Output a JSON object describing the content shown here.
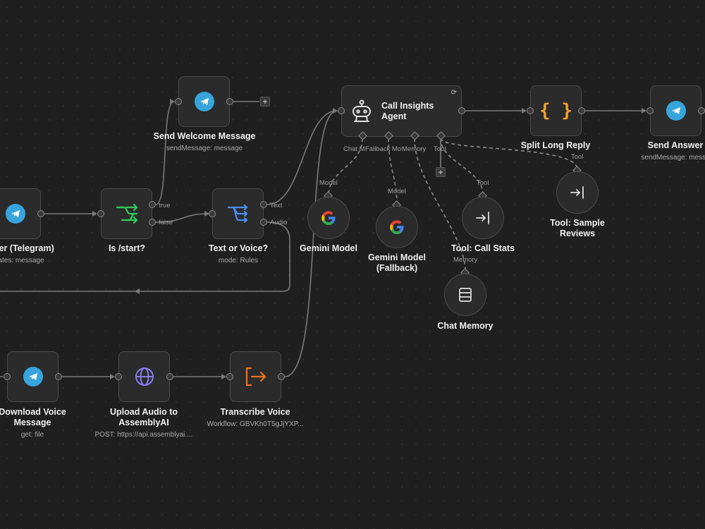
{
  "canvas": {
    "background": "#1f1f1f",
    "wire_color": "#7a7a7a",
    "accent_colors": {
      "telegram": "#37a4dc",
      "if": "#2ecc55",
      "switch": "#4a8ef0",
      "code": "#f0a030",
      "execute": "#f07020",
      "http": "#8b7cf0"
    }
  },
  "nodes": {
    "trigger": {
      "title": "gger (Telegram)",
      "subtitle": "ates: message",
      "icon": "telegram-icon"
    },
    "is_start": {
      "title": "Is /start?",
      "true_label": "true",
      "false_label": "false",
      "icon": "if-icon"
    },
    "send_welcome": {
      "title": "Send Welcome Message",
      "subtitle": "sendMessage: message",
      "icon": "telegram-icon"
    },
    "text_or_voice": {
      "title": "Text or Voice?",
      "subtitle": "mode: Rules",
      "text_label": "Text",
      "audio_label": "Audio",
      "icon": "switch-icon"
    },
    "agent": {
      "title": "Call Insights Agent",
      "icon": "robot-icon",
      "chat_model_label": "Chat M",
      "fallback_label": "Fallback Mo",
      "memory_label": "Memory",
      "tool_label": "Tool"
    },
    "split_reply": {
      "title": "Split Long Reply",
      "icon": "code-braces-icon",
      "glyph": "{ }"
    },
    "send_answer": {
      "title": "Send Answer",
      "subtitle": "sendMessage: messa",
      "icon": "telegram-icon"
    },
    "gemini": {
      "title": "Gemini Model",
      "port_label": "Model",
      "icon": "google-icon"
    },
    "gemini_fallback": {
      "title": "Gemini Model\n(Fallback)",
      "title_line1": "Gemini Model",
      "title_line2": "(Fallback)",
      "port_label": "Model",
      "icon": "google-icon"
    },
    "tool_call_stats": {
      "title": "Tool: Call Stats",
      "port_label": "Tool",
      "icon": "tool-arrow-icon"
    },
    "tool_sample_reviews": {
      "title_line1": "Tool: Sample",
      "title_line2": "Reviews",
      "port_label": "Tool",
      "icon": "tool-arrow-icon"
    },
    "chat_memory": {
      "title": "Chat Memory",
      "port_label": "Memory",
      "icon": "database-icon"
    },
    "download_voice": {
      "title_line1": "Download Voice",
      "title_line2": "Message",
      "subtitle": "get: file",
      "icon": "telegram-icon"
    },
    "upload_audio": {
      "title_line1": "Upload Audio to",
      "title_line2": "AssemblyAI",
      "subtitle": "POST: https://api.assemblyai....",
      "icon": "globe-icon"
    },
    "transcribe": {
      "title": "Transcribe Voice",
      "subtitle": "Workflow: GBVKh0T5gJjYXP...",
      "icon": "execute-workflow-icon"
    }
  },
  "controls": {
    "plus": "+",
    "refresh": "⟳"
  }
}
